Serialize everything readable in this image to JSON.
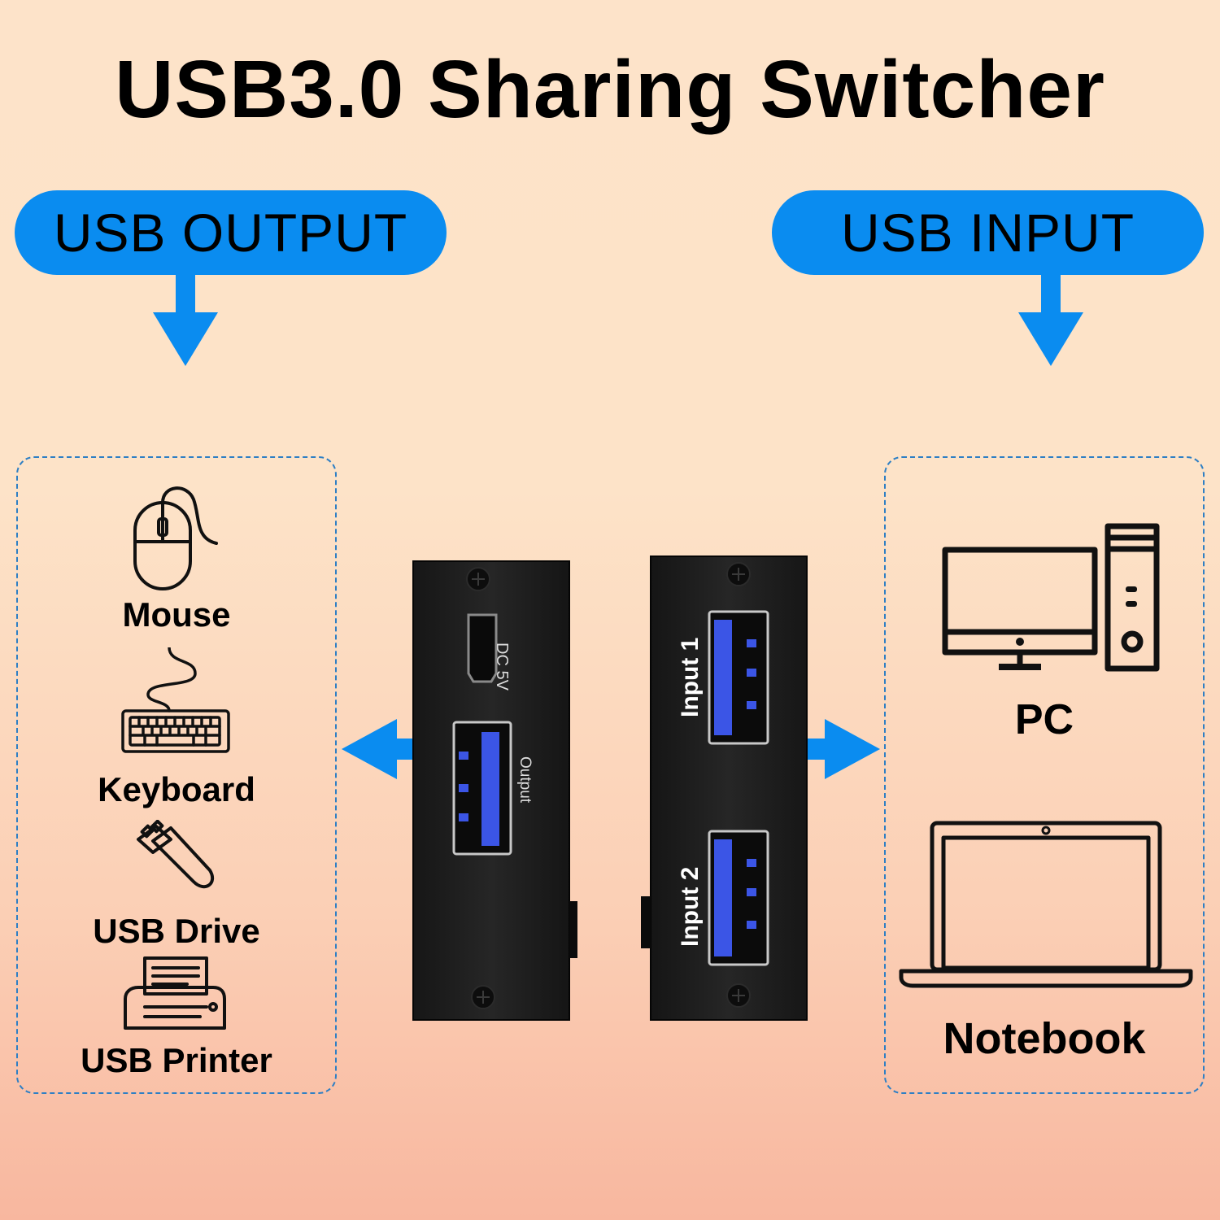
{
  "title": "USB3.0 Sharing Switcher",
  "output_pill": "USB OUTPUT",
  "input_pill": "USB INPUT",
  "output_devices": [
    "Mouse",
    "Keyboard",
    "USB Drive",
    "USB Printer"
  ],
  "input_devices": [
    "PC",
    "Notebook"
  ],
  "switch_labels": {
    "dc": "DC 5V",
    "output": "Output",
    "input1": "Input 1",
    "input2": "Input 2"
  },
  "colors": {
    "accent": "#0a8cf0",
    "panel_border": "#2e7fc4",
    "port_blue": "#3b55e6"
  }
}
